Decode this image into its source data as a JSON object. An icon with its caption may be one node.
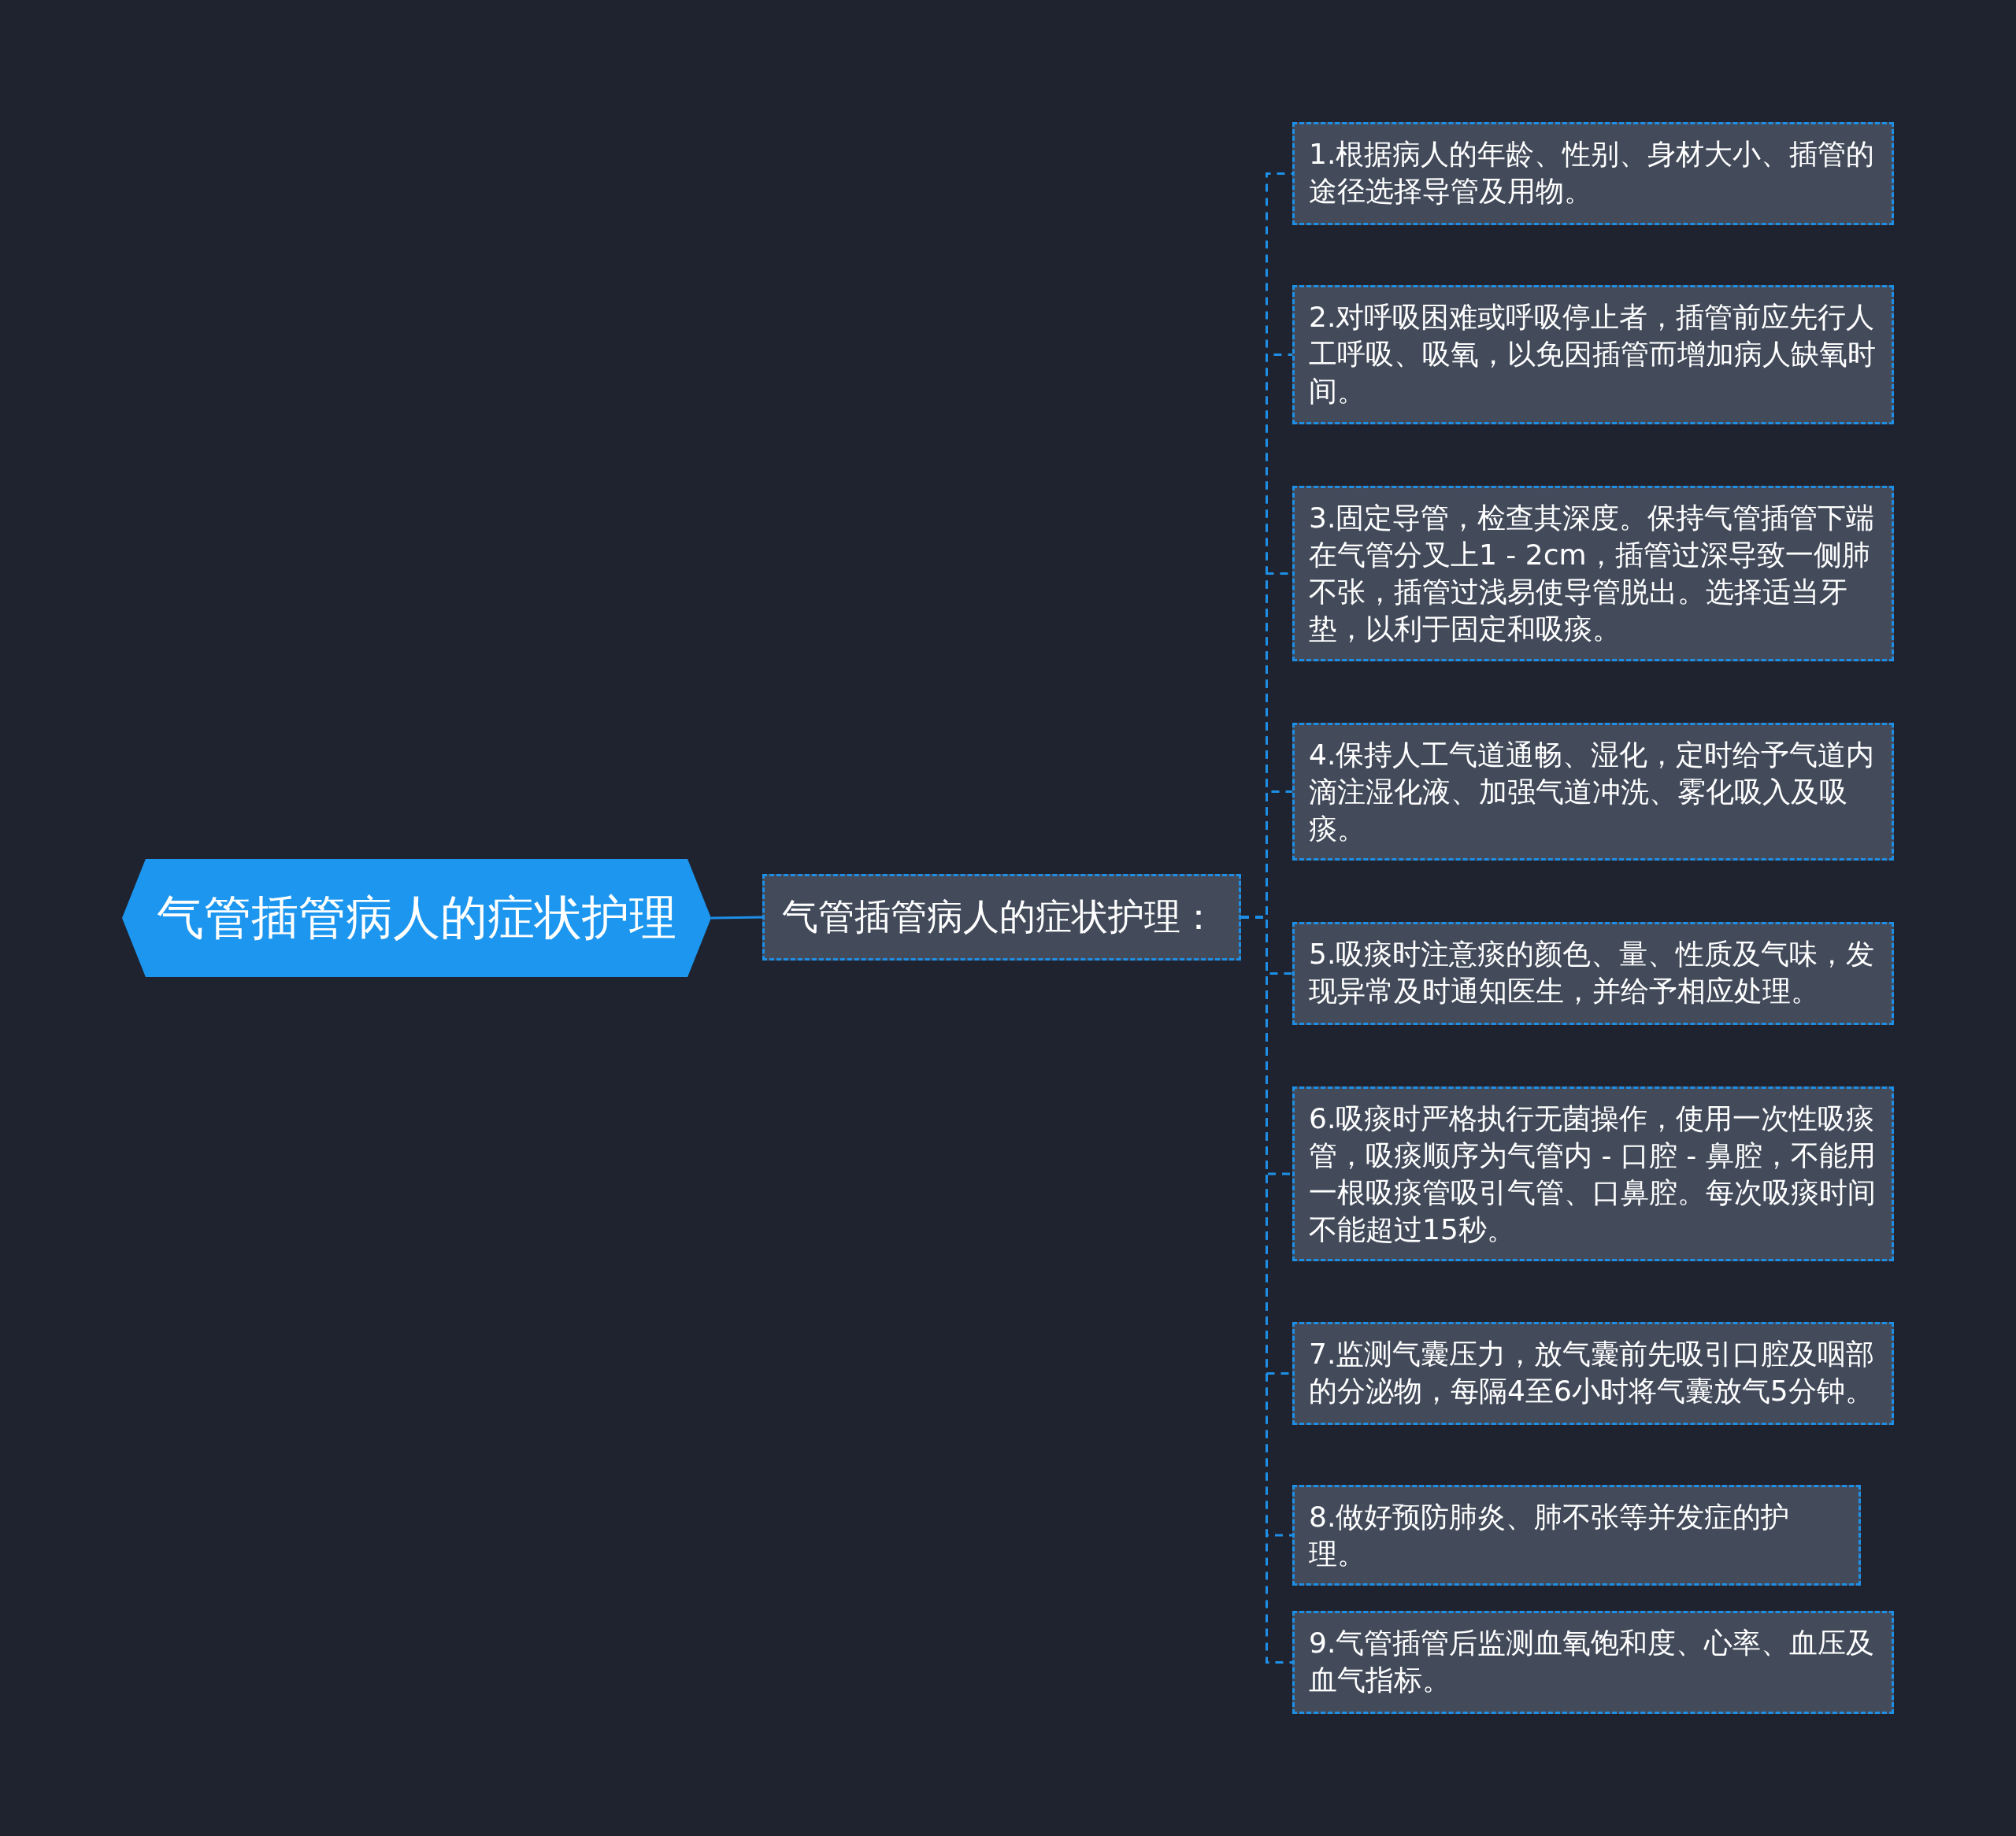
{
  "diagram": {
    "nodes": [
      {
        "text": [
          "气管插管病人的症状护理"
        ]
      },
      {
        "text": [
          "气管插管病人的症状护理："
        ]
      },
      {
        "text": [
          "1.根据病人的年龄、性别、身材大小、插管的途径选择导管及用物。"
        ]
      },
      {
        "text": [
          "2.对呼吸困难或呼吸停止者，插管前应先行人工呼吸、吸氧，以免因插管而增加病人缺氧时间。"
        ]
      },
      {
        "text": [
          "3.固定导管，检查其深度。保持气管插管下端在气管分叉上1 - 2cm，插管过深导致一侧肺不张，插管过浅易使导管脱出。选择适当牙垫，以利于固定和吸痰。"
        ]
      },
      {
        "text": [
          "4.保持人工气道通畅、湿化，定时给予气道内滴注湿化液、加强气道冲洗、雾化吸入及吸痰。"
        ]
      },
      {
        "text": [
          "5.吸痰时注意痰的颜色、量、性质及气味，发现异常及时通知医生，并给予相应处理。"
        ]
      },
      {
        "text": [
          "6.吸痰时严格执行无菌操作，使用一次性吸痰管，吸痰顺序为气管内 - 口腔 - 鼻腔，不能用一根吸痰管吸引气管、口鼻腔。每次吸痰时间不能超过15秒。"
        ]
      },
      {
        "text": [
          "7.监测气囊压力，放气囊前先吸引口腔及咽部的分泌物，每隔4至6小时将气囊放气5分钟。"
        ]
      },
      {
        "text": [
          "8.做好预防肺炎、肺不张等并发症的护理。"
        ]
      },
      {
        "text": [
          "9.气管插管后监测血氧饱和度、心率、血压及血气指标。"
        ]
      }
    ],
    "edges": [
      {
        "from": 0,
        "to": 1,
        "arrow": "none"
      },
      {
        "from": 1,
        "to": 2,
        "arrow": "none",
        "style": "dashed"
      },
      {
        "from": 1,
        "to": 3,
        "arrow": "none",
        "style": "dashed"
      },
      {
        "from": 1,
        "to": 4,
        "arrow": "none",
        "style": "dashed"
      },
      {
        "from": 1,
        "to": 5,
        "arrow": "none",
        "style": "dashed"
      },
      {
        "from": 1,
        "to": 6,
        "arrow": "none",
        "style": "dashed"
      },
      {
        "from": 1,
        "to": 7,
        "arrow": "none",
        "style": "dashed"
      },
      {
        "from": 1,
        "to": 8,
        "arrow": "none",
        "style": "dashed"
      },
      {
        "from": 1,
        "to": 9,
        "arrow": "none",
        "style": "dashed"
      },
      {
        "from": 1,
        "to": 10,
        "arrow": "none",
        "style": "dashed"
      }
    ]
  }
}
